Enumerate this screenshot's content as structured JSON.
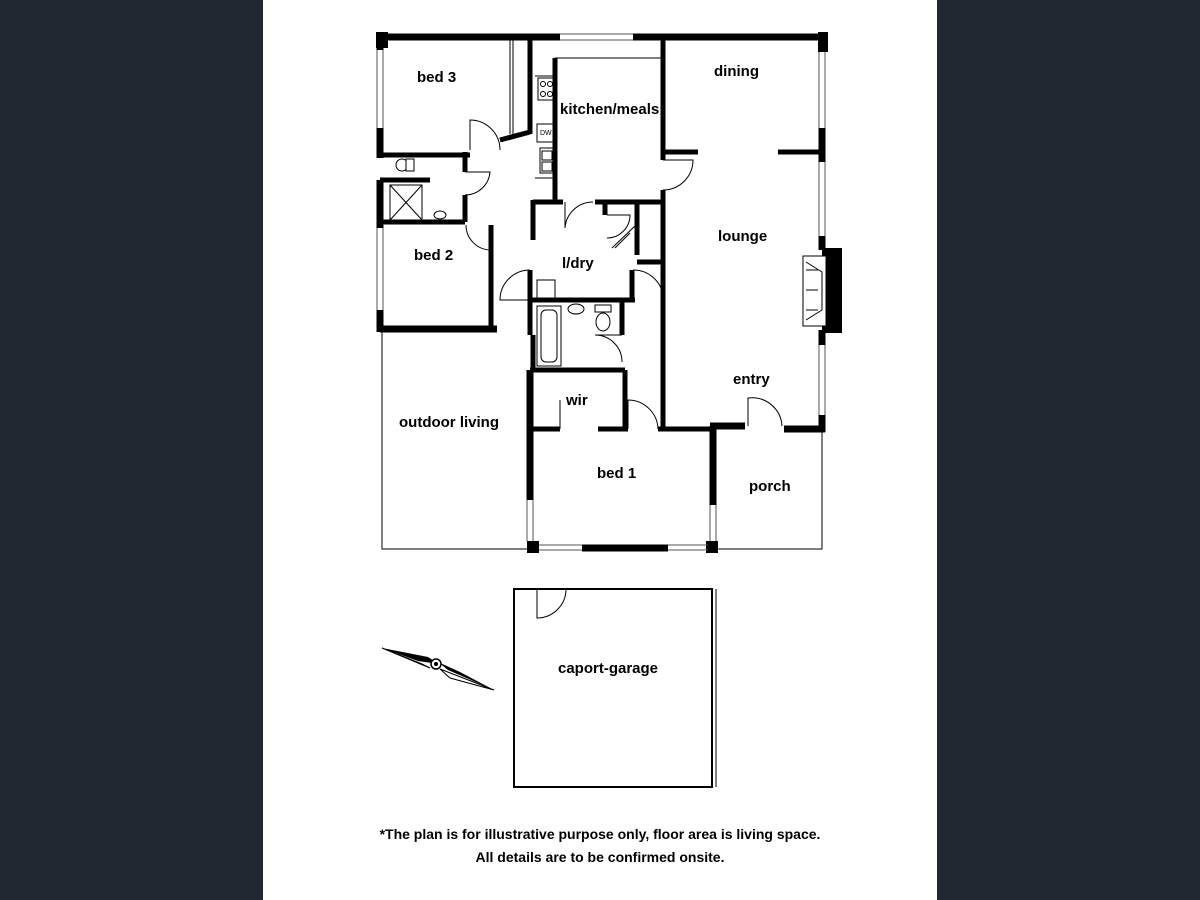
{
  "colors": {
    "background": "#222831",
    "sheet": "#ffffff",
    "ink": "#000000"
  },
  "rooms": {
    "bed3": "bed 3",
    "kitchen": "kitchen/meals",
    "dining": "dining",
    "bed2": "bed 2",
    "lounge": "lounge",
    "laundry": "l/dry",
    "entry": "entry",
    "wir": "wir",
    "outdoor": "outdoor living",
    "bed1": "bed 1",
    "porch": "porch",
    "garage": "caport-garage"
  },
  "fixtures": {
    "dishwasher": "DW"
  },
  "icons": {
    "compass": "compass-needle-icon"
  },
  "disclaimer": {
    "line1": "*The plan is for illustrative purpose only, floor area is living space.",
    "line2": "All details are to be confirmed onsite."
  }
}
